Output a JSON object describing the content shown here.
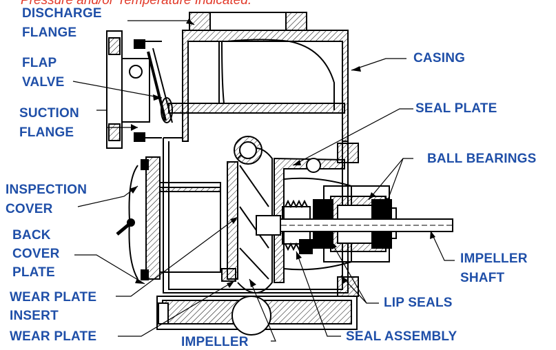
{
  "caption": "Pressure and/or Temperature Indicated.",
  "colors": {
    "label": "#1f4fa8",
    "caption": "#e23a2a",
    "line": "#000000"
  },
  "labels": {
    "discharge_flange": [
      "DISCHARGE",
      "FLANGE"
    ],
    "flap_valve": [
      "FLAP",
      "VALVE"
    ],
    "suction_flange": [
      "SUCTION",
      "FLANGE"
    ],
    "inspection_cover": [
      "INSPECTION",
      "COVER"
    ],
    "back_cover_plate": [
      "BACK",
      "COVER",
      "PLATE"
    ],
    "wear_plate_insert": [
      "WEAR PLATE",
      "INSERT"
    ],
    "wear_plate": "WEAR PLATE",
    "impeller": "IMPELLER",
    "casing": "CASING",
    "seal_plate": "SEAL PLATE",
    "ball_bearings": "BALL BEARINGS",
    "impeller_shaft": [
      "IMPELLER",
      "SHAFT"
    ],
    "lip_seals": "LIP SEALS",
    "seal_assembly": "SEAL ASSEMBLY"
  }
}
